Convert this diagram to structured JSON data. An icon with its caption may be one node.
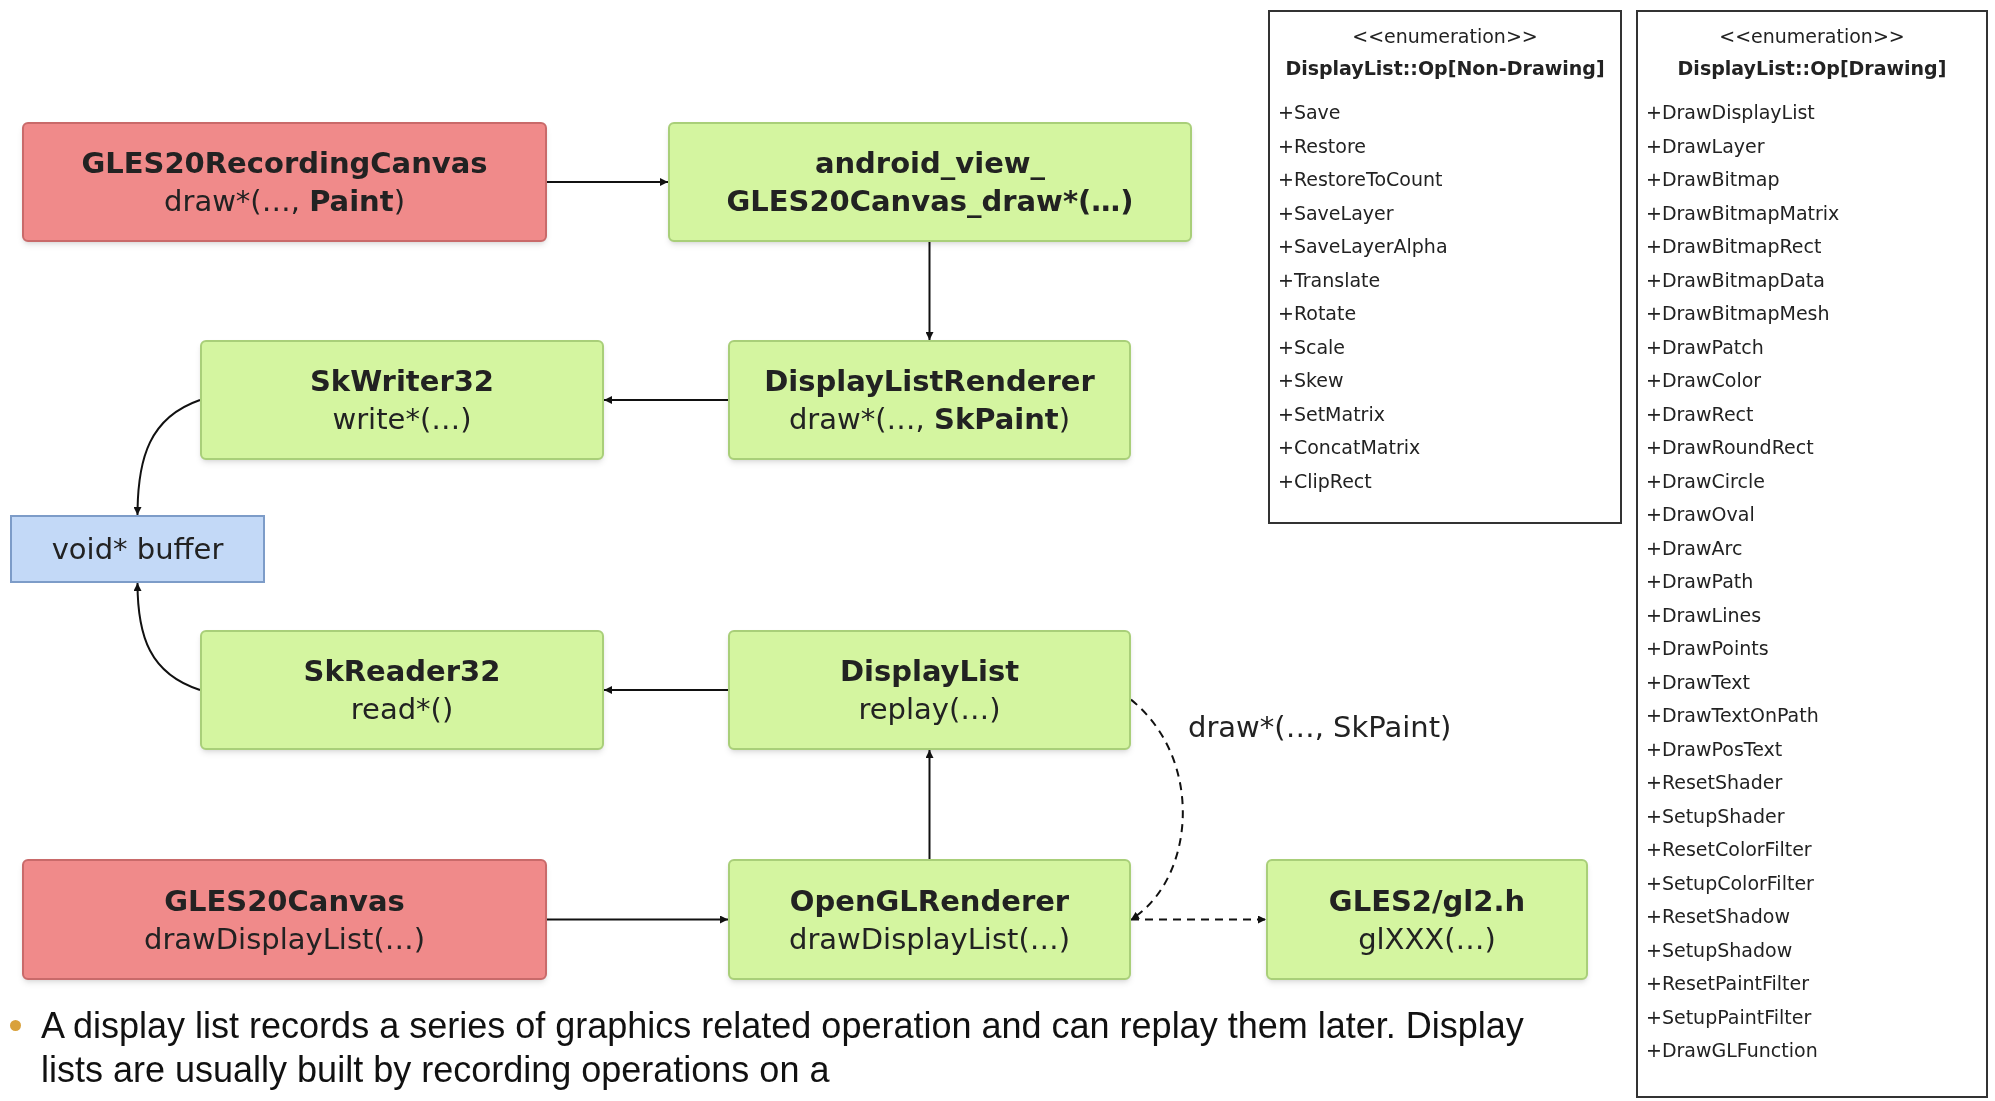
{
  "diagram": {
    "nodes": [
      {
        "text": [
          "GLES20RecordingCanvas",
          "draw*(…, **Paint**)"
        ]
      },
      {
        "text": [
          "android_view_ GLES20Canvas_draw*(…)"
        ]
      },
      {
        "text": [
          "SkWriter32",
          "write*(…)"
        ]
      },
      {
        "text": [
          "DisplayListRenderer",
          "draw*(…, **SkPaint**)"
        ]
      },
      {
        "text": [
          "void* buffer"
        ]
      },
      {
        "text": [
          "SkReader32",
          "read*()"
        ]
      },
      {
        "text": [
          "DisplayList",
          "replay(…)"
        ]
      },
      {
        "text": [
          "GLES20Canvas",
          "drawDisplayList(…)"
        ]
      },
      {
        "text": [
          "OpenGLRenderer",
          "drawDisplayList(…)"
        ]
      },
      {
        "text": [
          "GLES2/gl2.h",
          "glXXX(…)"
        ]
      },
      {
        "text": [
          "<<enumeration>>",
          "DisplayList::Op[Non-Drawing]",
          "+Save",
          "+Restore",
          "+RestoreToCount",
          "+SaveLayer",
          "+SaveLayerAlpha",
          "+Translate",
          "+Rotate",
          "+Scale",
          "+Skew",
          "+SetMatrix",
          "+ConcatMatrix",
          "+ClipRect"
        ]
      },
      {
        "text": [
          "<<enumeration>>",
          "DisplayList::Op[Drawing]",
          "+DrawDisplayList",
          "+DrawLayer",
          "+DrawBitmap",
          "+DrawBitmapMatrix",
          "+DrawBitmapRect",
          "+DrawBitmapData",
          "+DrawBitmapMesh",
          "+DrawPatch",
          "+DrawColor",
          "+DrawRect",
          "+DrawRoundRect",
          "+DrawCircle",
          "+DrawOval",
          "+DrawArc",
          "+DrawPath",
          "+DrawLines",
          "+DrawPoints",
          "+DrawText",
          "+DrawTextOnPath",
          "+DrawPosText",
          "+ResetShader",
          "+SetupShader",
          "+ResetColorFilter",
          "+SetupColorFilter",
          "+ResetShadow",
          "+SetupShadow",
          "+ResetPaintFilter",
          "+SetupPaintFilter",
          "+DrawGLFunction"
        ]
      }
    ],
    "edges": [
      {
        "from": 0,
        "to": 1,
        "arrow": "to"
      },
      {
        "from": 1,
        "to": 3,
        "arrow": "to"
      },
      {
        "from": 3,
        "to": 2,
        "arrow": "to"
      },
      {
        "from": 2,
        "to": 4,
        "arrow": "to"
      },
      {
        "from": 5,
        "to": 4,
        "arrow": "to"
      },
      {
        "from": 6,
        "to": 5,
        "arrow": "to"
      },
      {
        "from": 8,
        "to": 6,
        "arrow": "to"
      },
      {
        "from": 7,
        "to": 8,
        "arrow": "to"
      },
      {
        "from": 6,
        "to": 8,
        "arrow": "to",
        "label": "draw*(…, SkPaint)",
        "style": "dashed"
      },
      {
        "from": 8,
        "to": 9,
        "arrow": "to",
        "style": "dashed"
      }
    ],
    "labels": [
      "A display list records a series of graphics related operation and can replay them later. Display lists are usually built by recording operations on a"
    ]
  }
}
